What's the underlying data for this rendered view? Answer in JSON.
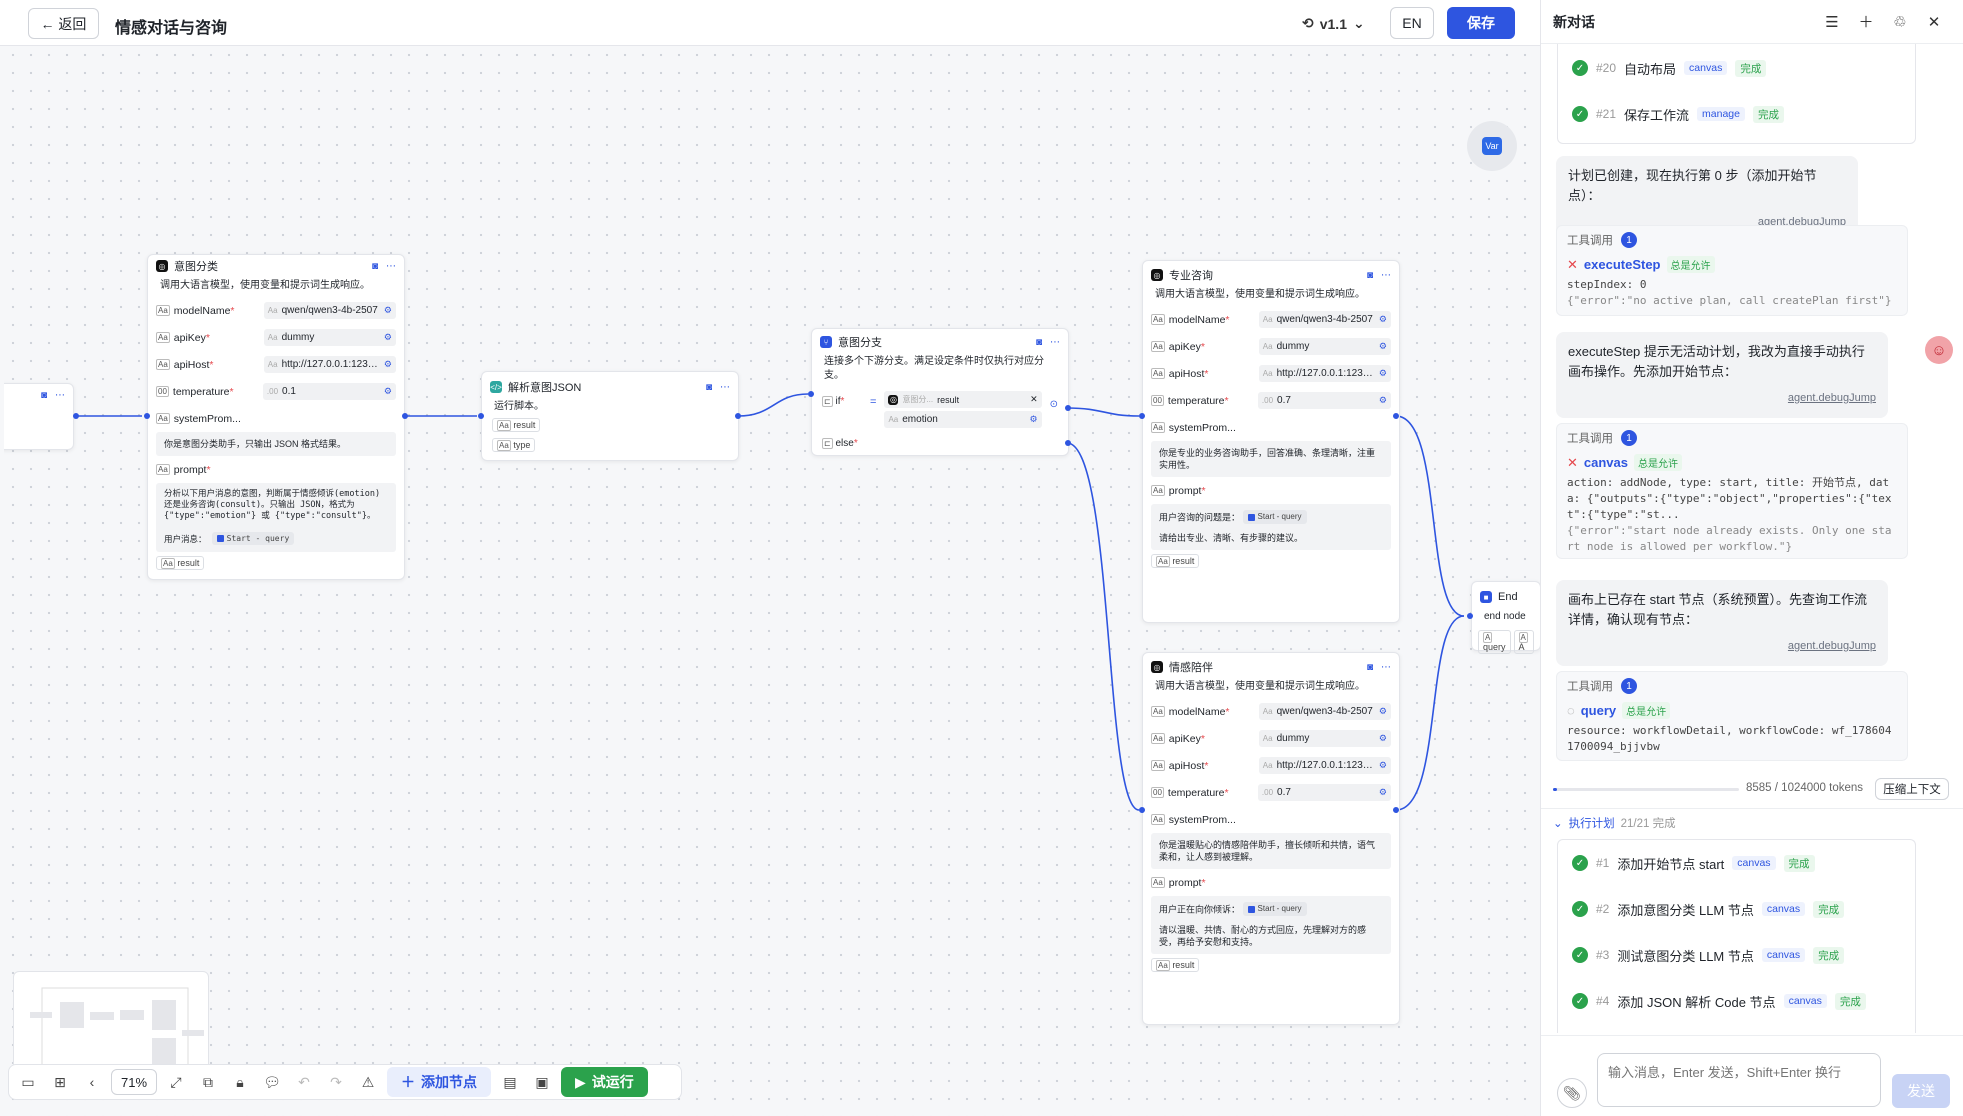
{
  "header": {
    "back_label": "← 返回",
    "title": "情感对话与咨询",
    "version": "v1.1",
    "lang": "EN",
    "save_label": "保存"
  },
  "canvas": {
    "var_label": "Var",
    "zoom": "71%",
    "add_node_label": "添加节点",
    "run_label": "试运行"
  },
  "nodes": {
    "classify": {
      "title": "意图分类",
      "desc": "调用大语言模型，使用变量和提示词生成响应。",
      "params": [
        {
          "name": "modelName",
          "value": "qwen/qwen3-4b-2507"
        },
        {
          "name": "apiKey",
          "value": "dummy"
        },
        {
          "name": "apiHost",
          "value": "http://127.0.0.1:1234/v1"
        },
        {
          "name": "temperature",
          "value": "0.1"
        }
      ],
      "system_label": "systemProm...",
      "system_text": "你是意图分类助手，只输出 JSON 格式结果。",
      "prompt_label": "prompt",
      "prompt_text": "分析以下用户消息的意图，判断属于情感倾诉(emotion)还是业务咨询(consult)。只输出 JSON，格式为 {\"type\":\"emotion\"} 或 {\"type\":\"consult\"}。",
      "prompt_user": "用户消息：",
      "chip": "Start - query",
      "output": "result"
    },
    "parse": {
      "title": "解析意图JSON",
      "desc": "运行脚本。",
      "in": "result",
      "out": "type"
    },
    "branch": {
      "title": "意图分支",
      "desc": "连接多个下游分支。满足设定条件时仅执行对应分支。",
      "if_label": "if",
      "op": "=",
      "ref_node": "意图分...",
      "ref_field": "result",
      "value": "emotion",
      "else_label": "else"
    },
    "consult": {
      "title": "专业咨询",
      "desc": "调用大语言模型，使用变量和提示词生成响应。",
      "params": [
        {
          "name": "modelName",
          "value": "qwen/qwen3-4b-2507"
        },
        {
          "name": "apiKey",
          "value": "dummy"
        },
        {
          "name": "apiHost",
          "value": "http://127.0.0.1:1234/v1"
        },
        {
          "name": "temperature",
          "value": "0.7"
        }
      ],
      "system_label": "systemProm...",
      "system_text": "你是专业的业务咨询助手，回答准确、条理清晰，注重实用性。",
      "prompt_label": "prompt",
      "prompt_user": "用户咨询的问题是：",
      "chip": "Start - query",
      "prompt_text": "请给出专业、清晰、有步骤的建议。",
      "output": "result"
    },
    "emotion": {
      "title": "情感陪伴",
      "desc": "调用大语言模型，使用变量和提示词生成响应。",
      "params": [
        {
          "name": "modelName",
          "value": "qwen/qwen3-4b-2507"
        },
        {
          "name": "apiKey",
          "value": "dummy"
        },
        {
          "name": "apiHost",
          "value": "http://127.0.0.1:1234/v1"
        },
        {
          "name": "temperature",
          "value": "0.7"
        }
      ],
      "system_label": "systemProm...",
      "system_text": "你是温暖贴心的情感陪伴助手，擅长倾听和共情，语气柔和，让人感到被理解。",
      "prompt_label": "prompt",
      "prompt_user": "用户正在向你倾诉：",
      "chip": "Start - query",
      "prompt_text": "请以温暖、共情、耐心的方式回应，先理解对方的感受，再给予安慰和支持。",
      "output": "result"
    },
    "end": {
      "title": "End",
      "desc": "end node",
      "out1": "query",
      "out2": "A"
    }
  },
  "panel": {
    "title": "新对话",
    "tasks_top": [
      {
        "num": "#20",
        "label": "自动布局",
        "tag": "canvas",
        "status": "完成"
      },
      {
        "num": "#21",
        "label": "保存工作流",
        "tag": "manage",
        "status": "完成"
      }
    ],
    "msg1": "计划已创建，现在执行第 0 步（添加开始节点）：",
    "msg2": "executeStep 提示无活动计划，我改为直接手动执行画布操作。先添加开始节点：",
    "msg3": "画布上已存在 start 节点（系统预置）。先查询工作流详情，确认现有节点：",
    "debug_link": "agent.debugJump",
    "tool_label": "工具调用",
    "tool_count": "1",
    "allow_label": "总是允许",
    "tool1_name": "executeStep",
    "tool1_args": "stepIndex: 0",
    "tool1_err": "{\"error\":\"no active plan, call createPlan first\"}",
    "tool2_name": "canvas",
    "tool2_args": "action: addNode, type: start, title: 开始节点, data: {\"outputs\":{\"type\":\"object\",\"properties\":{\"text\":{\"type\":\"st...",
    "tool2_err": "{\"error\":\"start node already exists. Only one start node is allowed per workflow.\"}",
    "tool3_name": "query",
    "tool3_args": "resource: workflowDetail, workflowCode: wf_1786041700094_bjjvbw",
    "tokens": "8585 / 1024000 tokens",
    "compress_label": "压缩上下文",
    "plan_title": "执行计划",
    "plan_progress": "21/21 完成",
    "plan_items": [
      {
        "num": "#1",
        "label": "添加开始节点 start",
        "tag": "canvas",
        "status": "完成"
      },
      {
        "num": "#2",
        "label": "添加意图分类 LLM 节点",
        "tag": "canvas",
        "status": "完成"
      },
      {
        "num": "#3",
        "label": "测试意图分类 LLM 节点",
        "tag": "canvas",
        "status": "完成"
      },
      {
        "num": "#4",
        "label": "添加 JSON 解析 Code 节点",
        "tag": "canvas",
        "status": "完成"
      }
    ],
    "input_placeholder": "输入消息，Enter 发送，Shift+Enter 换行",
    "send_label": "发送",
    "token_fraction": 0.008
  }
}
